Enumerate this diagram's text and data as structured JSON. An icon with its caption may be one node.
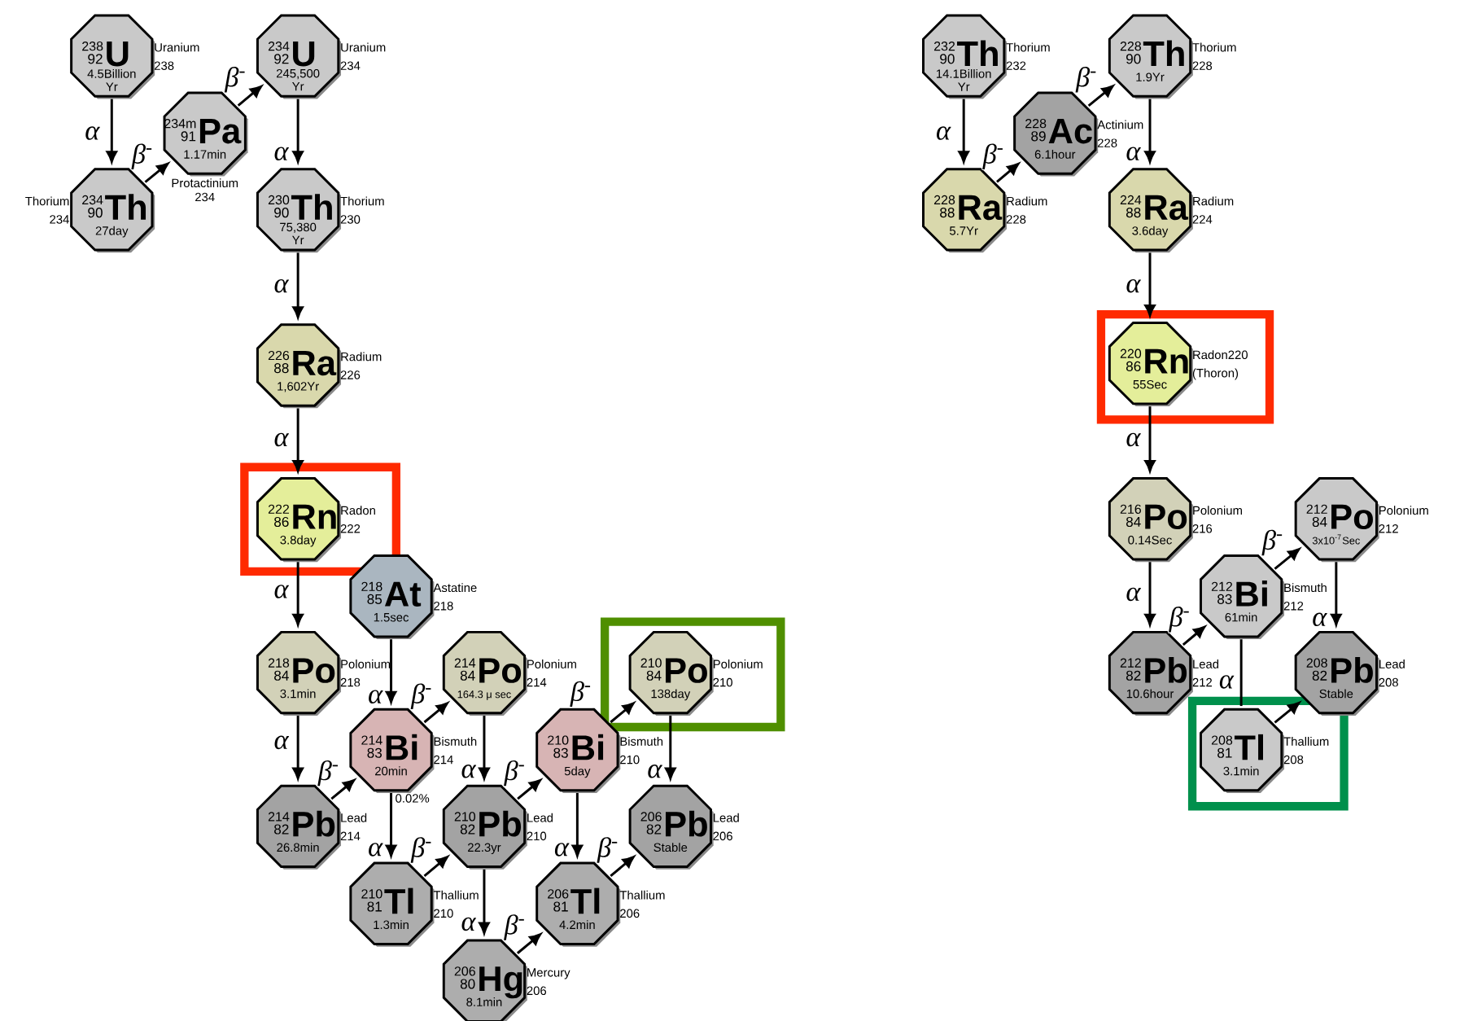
{
  "diagram": {
    "nodes": [
      {
        "text": [
          "238",
          "92",
          "U",
          "4.5Billion Yr"
        ],
        "beside": [
          "Uranium",
          "238"
        ]
      },
      {
        "text": [
          "234m",
          "91",
          "Pa",
          "1.17min"
        ],
        "beside": [
          "Protactinium",
          "234"
        ]
      },
      {
        "text": [
          "234",
          "92",
          "U",
          "245,500 Yr"
        ],
        "beside": [
          "Uranium",
          "234"
        ]
      },
      {
        "text": [
          "234",
          "90",
          "Th",
          "27day"
        ],
        "beside": [
          "Thorium",
          "234"
        ]
      },
      {
        "text": [
          "230",
          "90",
          "Th",
          "75,380 Yr"
        ],
        "beside": [
          "Thorium",
          "230"
        ]
      },
      {
        "text": [
          "226",
          "88",
          "Ra",
          "1,602Yr"
        ],
        "beside": [
          "Radium",
          "226"
        ]
      },
      {
        "text": [],
        "shape": "box"
      },
      {
        "text": [
          "222",
          "86",
          "Rn",
          "3.8day"
        ],
        "beside": [
          "Radon",
          "222"
        ],
        "in": 6
      },
      {
        "text": [
          "218",
          "85",
          "At",
          "1.5sec"
        ],
        "beside": [
          "Astatine",
          "218"
        ]
      },
      {
        "text": [
          "218",
          "84",
          "Po",
          "3.1min"
        ],
        "beside": [
          "Polonium",
          "218"
        ]
      },
      {
        "text": [
          "214",
          "84",
          "Po",
          "164.3 μ sec"
        ],
        "beside": [
          "Polonium",
          "214"
        ]
      },
      {
        "text": [],
        "shape": "box"
      },
      {
        "text": [
          "210",
          "84",
          "Po",
          "138day"
        ],
        "beside": [
          "Polonium",
          "210"
        ],
        "in": 11
      },
      {
        "text": [
          "214",
          "83",
          "Bi",
          "20min"
        ],
        "beside": [
          "Bismuth",
          "214"
        ]
      },
      {
        "text": [
          "210",
          "83",
          "Bi",
          "5day"
        ],
        "beside": [
          "Bismuth",
          "210"
        ]
      },
      {
        "text": [
          "214",
          "82",
          "Pb",
          "26.8min"
        ],
        "beside": [
          "Lead",
          "214"
        ]
      },
      {
        "text": [
          "210",
          "82",
          "Pb",
          "22.3yr"
        ],
        "beside": [
          "Lead",
          "210"
        ]
      },
      {
        "text": [
          "206",
          "82",
          "Pb",
          "Stable"
        ],
        "beside": [
          "Lead",
          "206"
        ]
      },
      {
        "text": [
          "210",
          "81",
          "Tl",
          "1.3min"
        ],
        "beside": [
          "Thallium",
          "210"
        ]
      },
      {
        "text": [
          "206",
          "81",
          "Tl",
          "4.2min"
        ],
        "beside": [
          "Thallium",
          "206"
        ]
      },
      {
        "text": [
          "206",
          "80",
          "Hg",
          "8.1min"
        ],
        "beside": [
          "Mercury",
          "206"
        ]
      },
      {
        "text": [
          "232",
          "90",
          "Th",
          "14.1Billion Yr"
        ],
        "beside": [
          "Thorium",
          "232"
        ]
      },
      {
        "text": [
          "228",
          "90",
          "Th",
          "1.9Yr"
        ],
        "beside": [
          "Thorium",
          "228"
        ]
      },
      {
        "text": [
          "228",
          "89",
          "Ac",
          "6.1hour"
        ],
        "beside": [
          "Actinium",
          "228"
        ]
      },
      {
        "text": [
          "228",
          "88",
          "Ra",
          "5.7Yr"
        ],
        "beside": [
          "Radium",
          "228"
        ]
      },
      {
        "text": [
          "224",
          "88",
          "Ra",
          "3.6day"
        ],
        "beside": [
          "Radium",
          "224"
        ]
      },
      {
        "text": [],
        "shape": "box"
      },
      {
        "text": [
          "220",
          "86",
          "Rn",
          "55Sec"
        ],
        "beside": [
          "Radon220",
          "(Thoron)"
        ],
        "in": 26
      },
      {
        "text": [
          "216",
          "84",
          "Po",
          "0.14Sec"
        ],
        "beside": [
          "Polonium",
          "216"
        ]
      },
      {
        "text": [
          "212",
          "84",
          "Po",
          "3x10$^{-7}$Sec"
        ],
        "beside": [
          "Polonium",
          "212"
        ]
      },
      {
        "text": [
          "212",
          "83",
          "Bi",
          "61min"
        ],
        "beside": [
          "Bismuth",
          "212"
        ]
      },
      {
        "text": [
          "212",
          "82",
          "Pb",
          "10.6hour"
        ],
        "beside": [
          "Lead",
          "212"
        ]
      },
      {
        "text": [
          "208",
          "82",
          "Pb",
          "Stable"
        ],
        "beside": [
          "Lead",
          "208"
        ]
      },
      {
        "text": [],
        "shape": "box"
      },
      {
        "text": [
          "208",
          "81",
          "Tl",
          "3.1min"
        ],
        "beside": [
          "Thallium",
          "208"
        ],
        "in": 33
      }
    ],
    "edges": [
      {
        "from": 0,
        "to": 3,
        "arrow": "to",
        "label": "α"
      },
      {
        "from": 3,
        "to": 1,
        "arrow": "to",
        "label": "β$^{-}$"
      },
      {
        "from": 1,
        "to": 2,
        "arrow": "to",
        "label": "β$^{-}$"
      },
      {
        "from": 2,
        "to": 4,
        "arrow": "to",
        "label": "α"
      },
      {
        "from": 4,
        "to": 5,
        "arrow": "to",
        "label": "α"
      },
      {
        "from": 5,
        "to": 7,
        "arrow": "to",
        "label": "α"
      },
      {
        "from": 7,
        "to": 9,
        "arrow": "to",
        "label": "α"
      },
      {
        "from": 9,
        "to": 15,
        "arrow": "to",
        "label": "α"
      },
      {
        "from": 15,
        "to": 13,
        "arrow": "to",
        "label": "β$^{-}$"
      },
      {
        "from": 8,
        "to": 13,
        "arrow": "to",
        "label": "α"
      },
      {
        "from": 13,
        "to": 10,
        "arrow": "to",
        "label": "β$^{-}$"
      },
      {
        "from": 13,
        "to": 18,
        "arrow": "to",
        "label": "α"
      },
      {
        "from": 10,
        "to": 16,
        "arrow": "to",
        "label": "α"
      },
      {
        "from": 18,
        "to": 16,
        "arrow": "to",
        "label": "β$^{-}$"
      },
      {
        "from": 16,
        "to": 14,
        "arrow": "to",
        "label": "β$^{-}$"
      },
      {
        "from": 16,
        "to": 20,
        "arrow": "to",
        "label": "α"
      },
      {
        "from": 20,
        "to": 19,
        "arrow": "to",
        "label": "β$^{-}$"
      },
      {
        "from": 14,
        "to": 12,
        "arrow": "to",
        "label": "β$^{-}$"
      },
      {
        "from": 14,
        "to": 19,
        "arrow": "to",
        "label": "α"
      },
      {
        "from": 19,
        "to": 17,
        "arrow": "to",
        "label": "β$^{-}$"
      },
      {
        "from": 12,
        "to": 17,
        "arrow": "to",
        "label": "α"
      },
      {
        "from": 21,
        "to": 24,
        "arrow": "to",
        "label": "α"
      },
      {
        "from": 24,
        "to": 23,
        "arrow": "to",
        "label": "β$^{-}$"
      },
      {
        "from": 23,
        "to": 22,
        "arrow": "to",
        "label": "β$^{-}$"
      },
      {
        "from": 22,
        "to": 25,
        "arrow": "to",
        "label": "α"
      },
      {
        "from": 25,
        "to": 27,
        "arrow": "to",
        "label": "α"
      },
      {
        "from": 27,
        "to": 28,
        "arrow": "to",
        "label": "α"
      },
      {
        "from": 28,
        "to": 31,
        "arrow": "to",
        "label": "α"
      },
      {
        "from": 31,
        "to": 30,
        "arrow": "to",
        "label": "β$^{-}$"
      },
      {
        "from": 30,
        "to": 29,
        "arrow": "to",
        "label": "β$^{-}$"
      },
      {
        "from": 29,
        "to": 32,
        "arrow": "to",
        "label": "α"
      },
      {
        "from": 30,
        "to": 34,
        "arrow": "none",
        "label": "α"
      },
      {
        "from": 34,
        "to": 32,
        "arrow": "to"
      }
    ],
    "labels": [
      "0.02%"
    ]
  }
}
